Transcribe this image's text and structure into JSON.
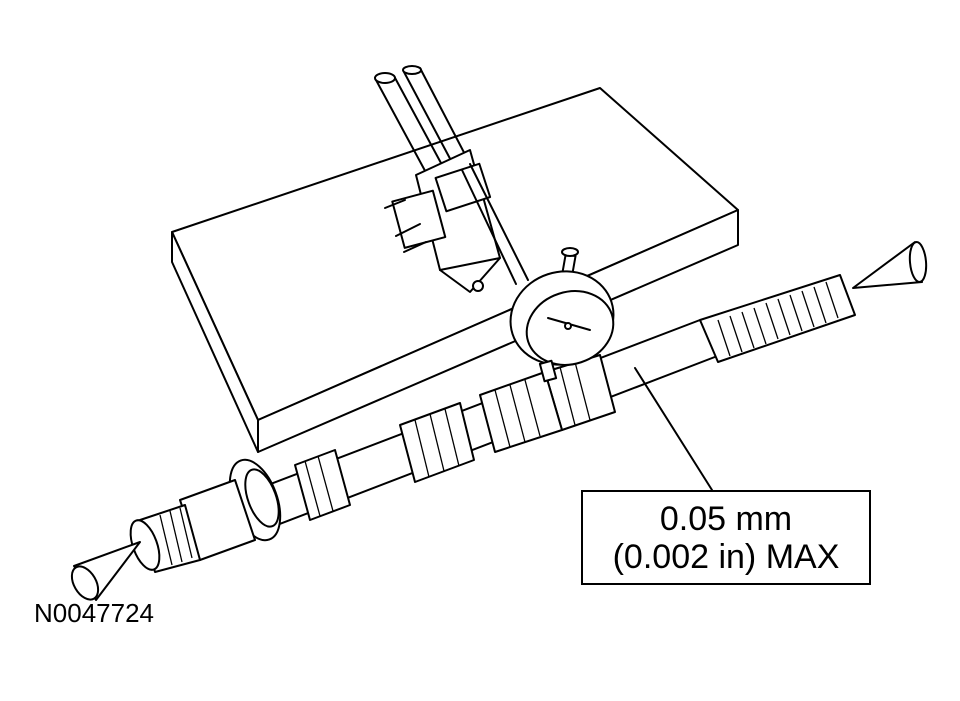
{
  "diagram": {
    "callout": {
      "line1": "0.05 mm",
      "line2": "(0.002 in) MAX"
    },
    "reference_code": "N0047724",
    "components": [
      "v-block-surface-plate",
      "magnetic-base-stand",
      "dial-indicator",
      "transmission-shaft",
      "left-center-point",
      "right-center-point"
    ]
  }
}
